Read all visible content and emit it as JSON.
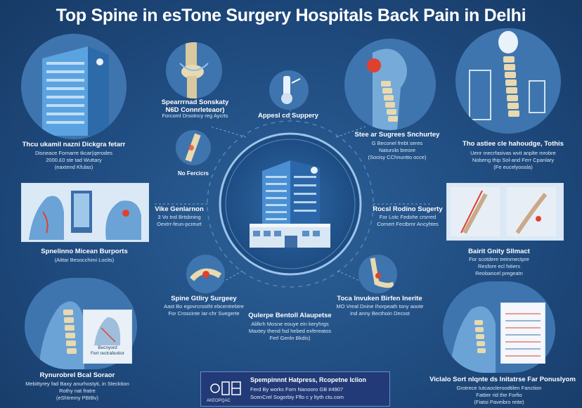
{
  "title": "Top Spine in esTone Surgery Hospitals Back Pain in Delhi",
  "colors": {
    "background": "#1f4b7f",
    "circle": "#3f75ae",
    "accent": "#e0412f",
    "bone": "#e8d9b0"
  },
  "top_left": {
    "label": "Thcu ukamil nazni Dickgra fetarr",
    "desc": "Disneace Fornarre tkcar(qerodes\n2000.£0 ste tad Wuttary\n(eaxtend Kfulas)"
  },
  "top_center_left": {
    "label": "Spearrrnad Sonskaty\nN6D Connrleteaor)",
    "desc": "Forcoml Drsotncy reg Aycrts"
  },
  "no_fercicrs": {
    "label": "No Fercicrs"
  },
  "appeal": {
    "label": "Appesl cd Suppery"
  },
  "top_right_mid": {
    "label": "Stee ar Sugrees Snchurtey",
    "desc": "G Beconel frebt seres\nNaturolo breore\n(Socisy CChnuntto occe)"
  },
  "top_right": {
    "label": "Tho astiee cle hahoudge, Tothis",
    "desc": "Uenr mecrfasivas wvit anplte mrobre\nNobeng thip Sol-and Ferr Cpanlary\n(Fe eucelyoosla)"
  },
  "mid_left_center": {
    "label": "Vike Genlarnon",
    "desc": "3 Vo tnd Brtsbning\nOextrr-feun-pcreurt"
  },
  "mid_left": {
    "label": "Spnelinno Micean Burports",
    "desc": "(Aittar Besocchimi Locits)"
  },
  "mid_right_center": {
    "label": "Rocsl Rodino Sugerty",
    "desc": "For Lotc Fedohe crsrred\nCornert Fectbrnr Ancyhtes"
  },
  "mid_right": {
    "label": "Bairit Gnity Sllmact",
    "desc": "For scotdere treinmectpre\nResfore ecl fxtiers\nReobancel pregeatn"
  },
  "lower_left_center": {
    "label": "Spine Gtliry Surgeey",
    "desc": "Aast Bo egovrcrostht ebcentrebtre\nFor Croscinte Iar-chr Suegerte"
  },
  "lower_center": {
    "label": "Qulerpe Bentoll Alaupetse",
    "desc": "Alilkrh Mosne eouye ein keryhrgs\nMaxtey thend fsd hebed exfereatos\nFerl Genln Bkdis)"
  },
  "lower_right_center": {
    "label": "Toca Invuken Birfen Inerite",
    "desc": "MO Vreal Dnine Ihorpeath tony aoote\nInd anny Becthoin Decsst"
  },
  "bottom_left": {
    "label": "Rynurobrel Bcal Soraor",
    "desc": "Mebittyrey fad Baxy anurhostyti, in Stecktion\nRothy nat fratre\n(eShtremy PBIBv)",
    "panel_caption": "Becnyord\nFert rectrafeotior"
  },
  "bottom_right": {
    "label": "Viclalo Sort nlqnte ds Initatrse Far Ponuslyom",
    "desc": "Grotrece Iutcaocleroodtilen Fanction\nFattier rid the Forfio\n(Fiatsi Paveibro reite)"
  },
  "footer": {
    "title": "Spempinnnt Hatpress, Rcopetne Iclion",
    "line1": "Ferd By works Forn Nanooro GB #4907",
    "line2": "ScenCrel Sogorbiy Fflo c y ltyth ctu.com",
    "logo_text": "AKEOPQAC"
  }
}
